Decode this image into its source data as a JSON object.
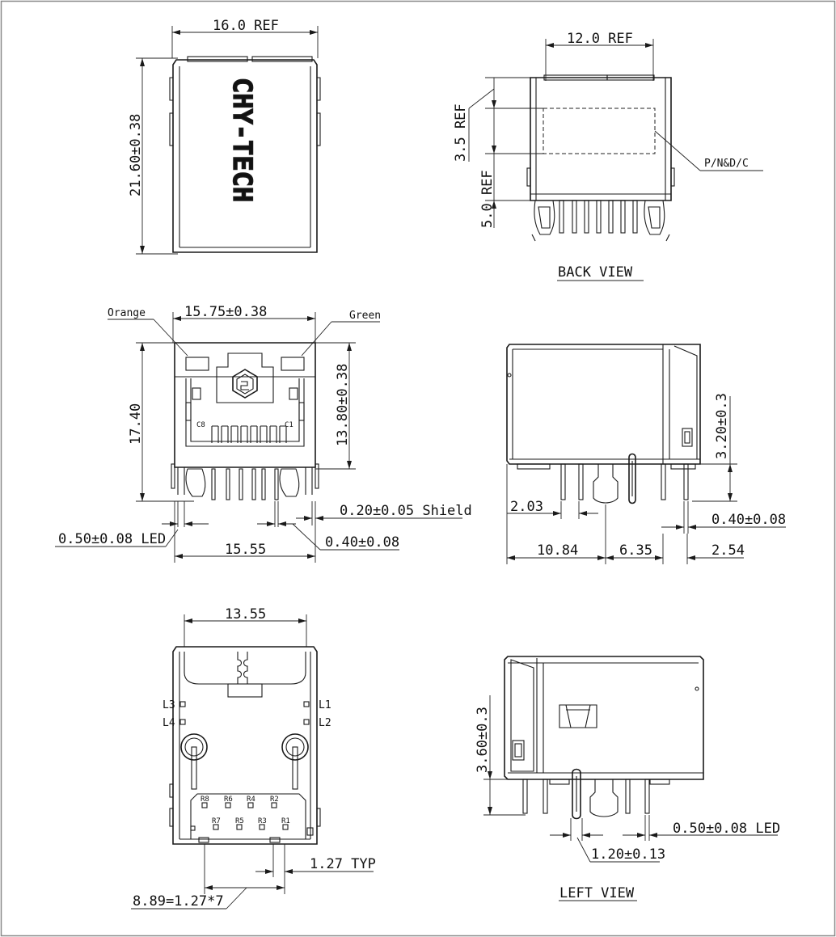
{
  "top_view": {
    "width_label": "16.0 REF",
    "height_label": "21.60±0.38",
    "brand_text": "CHY-TECH"
  },
  "back_view": {
    "width_label": "12.0 REF",
    "label_height_label": "3.5 REF",
    "label_offset_label": "5.0 REF",
    "marking_label": "P/N&D/C",
    "title": "BACK VIEW"
  },
  "front_view": {
    "width_label": "15.75±0.38",
    "left_led": "Orange",
    "right_led": "Green",
    "height_label": "17.40",
    "body_height_label": "13.80±0.38",
    "contact_left": "C8",
    "contact_right": "C1",
    "shield_label": "0.20±0.05 Shield",
    "led_pin_label": "0.50±0.08 LED",
    "pin_label": "0.40±0.08",
    "span_label": "15.55"
  },
  "side_view": {
    "height_label": "3.20±0.3",
    "dim_a": "2.03",
    "pin_label": "0.40±0.08",
    "dim_b": "10.84",
    "dim_c": "6.35",
    "dim_d": "2.54"
  },
  "bottom_view": {
    "width_label": "13.55",
    "leds_left": [
      "L3",
      "L4"
    ],
    "leds_right": [
      "L1",
      "L2"
    ],
    "pins_top": [
      "R8",
      "R6",
      "R4",
      "R2"
    ],
    "pins_bottom": [
      "R7",
      "R5",
      "R3",
      "R1"
    ],
    "pitch_label": "1.27 TYP",
    "row_label": "8.89=1.27*7"
  },
  "left_view": {
    "height_label": "3.60±0.3",
    "led_pin_label": "0.50±0.08 LED",
    "post_label": "1.20±0.13",
    "title": "LEFT VIEW"
  }
}
